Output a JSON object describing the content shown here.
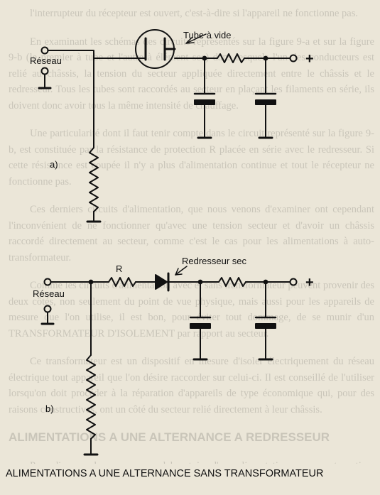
{
  "labels": {
    "tube": "Tube à vide",
    "reseau_a": "Réseau",
    "plus_a": "+",
    "part_a": "a)",
    "resistor_r": "R",
    "rectifier": "Redresseur sec",
    "reseau_b": "Réseau",
    "plus_b": "+",
    "part_b": "b)"
  },
  "caption": "ALIMENTATIONS A UNE ALTERNANCE SANS TRANSFORMATEUR",
  "background_paragraphs": [
    "l'interrupteur du récepteur est ouvert, c'est-à-dire si l'appareil ne fonctionne pas.",
    "En examinant les schémas des circuits représentés sur la figure 9-a et sur la figure 9-b (le premier à tube et l'autre à élément sec) dans lesquels l'un des conducteurs est relié au châssis, la tension du secteur appliquée directement entre le châssis et le redresseur. Tous les tubes sont raccordés au secteur en plaçant les filaments en série, ils doivent donc avoir tous la même intensité de chauffage.",
    "Une particularité dont il faut tenir compte dans le circuit représenté sur la figure 9-b, est constituée par la résistance de protection R placée en série avec le redresseur. Si cette résistance est coupée il n'y a plus d'alimentation continue et tout le récepteur ne fonctionne pas.",
    "Ces derniers circuits d'alimentation, que nous venons d'examiner ont cependant l'inconvénient de ne fonctionner qu'avec une tension secteur et d'avoir un châssis raccordé directement au secteur, comme c'est le cas pour les alimentations à auto-transformateur.",
    "Comme les circuits d'alimentation avec et sans transformateur peuvent provenir des deux côtés, non seulement du point de vue physique, mais aussi pour les appareils de mesure que l'on utilise, il est bon, pour éviter tout dommage, de se munir d'un TRANSFORMATEUR D'ISOLEMENT par rapport au secteur.",
    "Ce transformateur est un dispositif en mesure d'isoler électriquement du réseau électrique tout appareil que l'on désire raccorder sur celui-ci. Il est conseillé de l'utiliser lorsqu'on doit procéder à la réparation d'appareils de type économique qui, pour des raisons constructives, ont un côté du secteur relié directement à leur châssis.",
    "ALIMENTATIONS A UNE ALTERNANCE A REDRESSEUR",
    "Pour disposer dans son propre laboratoire d'une alimentation en courant continu, on utilise le redresseur représenté sur la figure 10."
  ]
}
